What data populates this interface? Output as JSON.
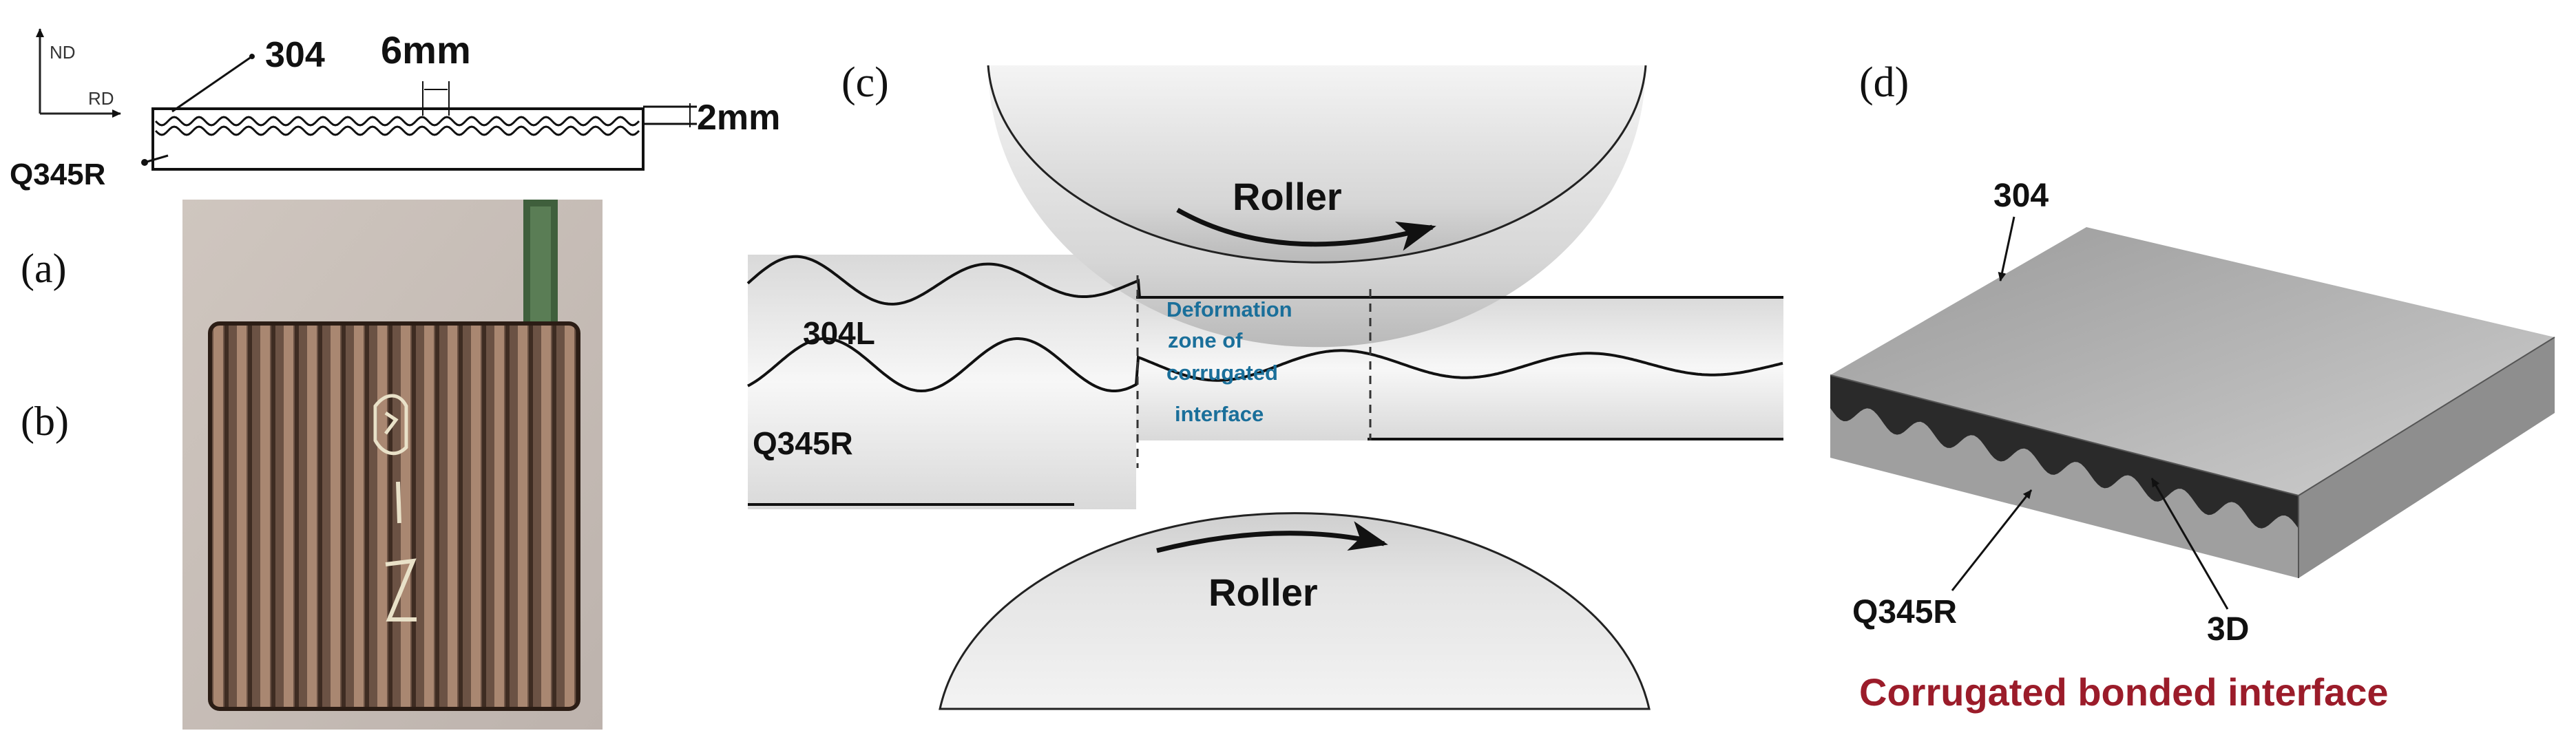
{
  "panel_a": {
    "letter": "(a)",
    "axis_nd": "ND",
    "axis_rd": "RD",
    "label_304": "304",
    "label_pitch": "6mm",
    "label_thickness": "2mm",
    "label_q345r": "Q345R"
  },
  "panel_b": {
    "letter": "(b)"
  },
  "panel_c": {
    "letter": "(c)",
    "roller_top": "Roller",
    "roller_bottom": "Roller",
    "label_304l": "304L",
    "label_q345r": "Q345R",
    "zone_lines": [
      "Deformation",
      "zone of",
      "corrugated",
      "interface"
    ],
    "zone_color": "#1a6f9a"
  },
  "panel_d": {
    "letter": "(d)",
    "label_304": "304",
    "label_q345r": "Q345R",
    "label_3d": "3D",
    "caption": "Corrugated bonded interface",
    "caption_color": "#9b1c2a"
  }
}
